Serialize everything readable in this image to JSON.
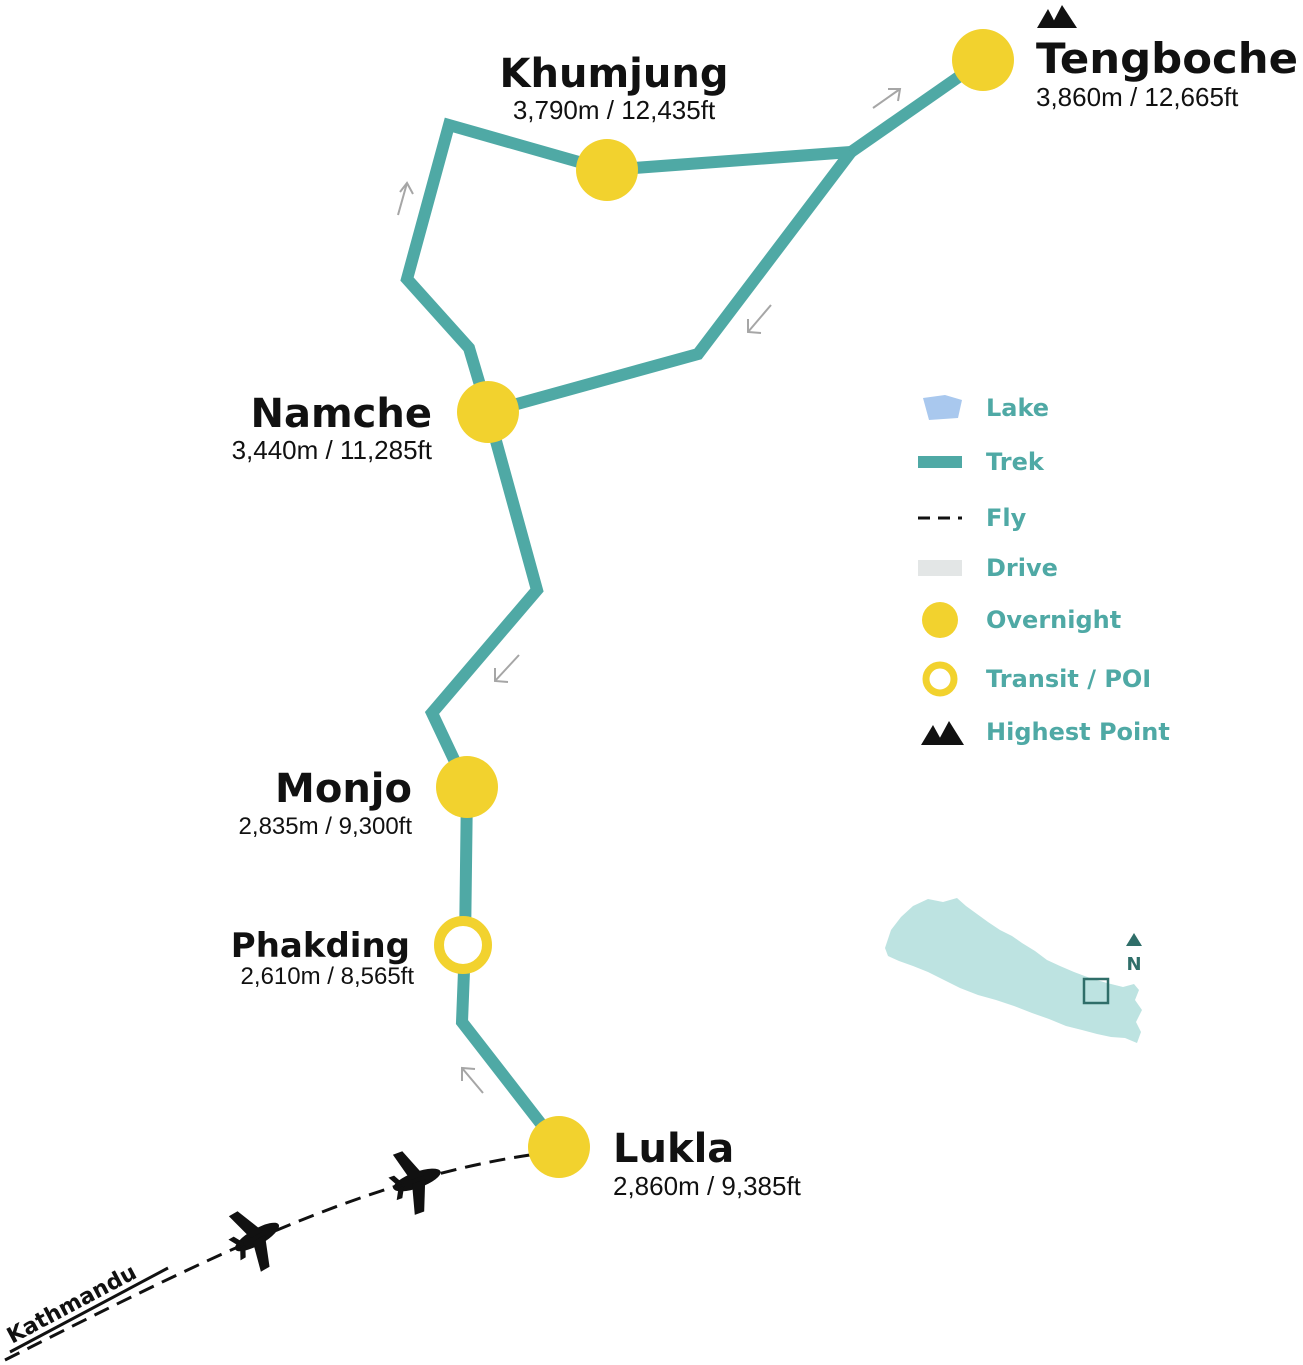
{
  "colors": {
    "trek": "#4fa9a5",
    "overnight": "#f2d22e",
    "lake": "#a9c8ee",
    "drive": "#e3e6e6",
    "legend_text": "#4fa9a5",
    "text": "#111111",
    "nepal": "#bde3e1",
    "inset_box": "#2f6e69"
  },
  "stops": {
    "khumjung": {
      "name": "Khumjung",
      "altitude": "3,790m / 12,435ft",
      "type": "overnight"
    },
    "tengboche": {
      "name": "Tengboche",
      "altitude": "3,860m / 12,665ft",
      "type": "overnight",
      "highest_point": true
    },
    "namche": {
      "name": "Namche",
      "altitude": "3,440m / 11,285ft",
      "type": "overnight"
    },
    "monjo": {
      "name": "Monjo",
      "altitude": "2,835m / 9,300ft",
      "type": "overnight"
    },
    "phakding": {
      "name": "Phakding",
      "altitude": "2,610m / 8,565ft",
      "type": "transit"
    },
    "lukla": {
      "name": "Lukla",
      "altitude": "2,860m / 9,385ft",
      "type": "overnight"
    }
  },
  "flight_origin": "Kathmandu",
  "legend": {
    "lake": "Lake",
    "trek": "Trek",
    "fly": "Fly",
    "drive": "Drive",
    "overnight": "Overnight",
    "transit": "Transit / POI",
    "highest": "Highest Point"
  },
  "inset": {
    "north_label": "N"
  },
  "icons": {
    "highest_point": "mountain-peaks-icon",
    "plane": "airplane-icon",
    "north": "north-arrow-icon",
    "direction": "direction-arrow-icon"
  }
}
